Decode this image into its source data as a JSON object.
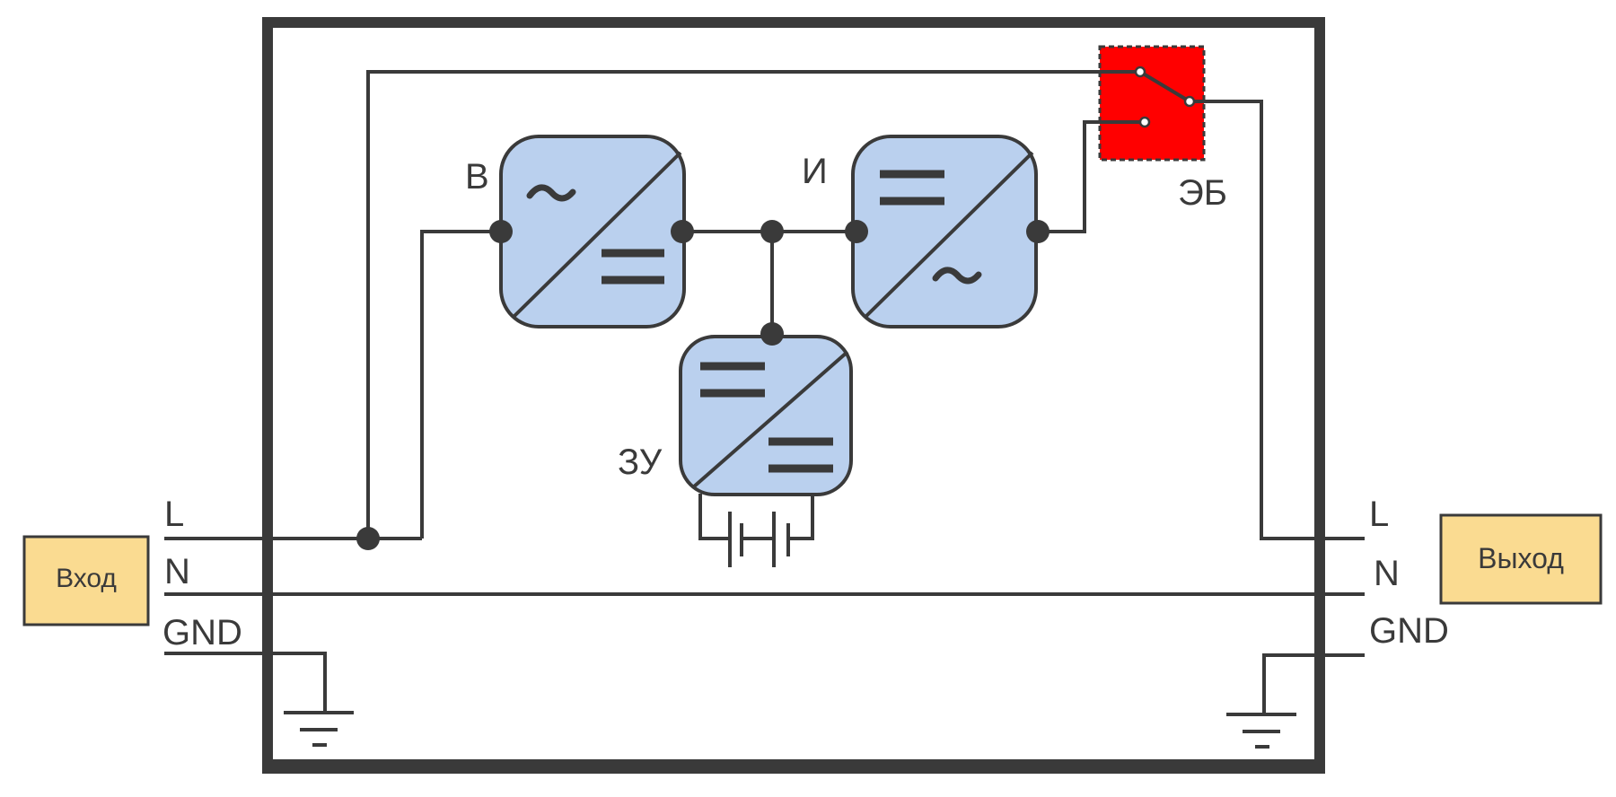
{
  "colors": {
    "wire": "#3a3a3a",
    "module_fill": "#bad0ee",
    "bypass_fill": "#ff0000",
    "io_box_fill": "#fadb91"
  },
  "io": {
    "input_label": "Вход",
    "output_label": "Выход"
  },
  "lines": {
    "in_l": "L",
    "in_n": "N",
    "in_gnd": "GND",
    "out_l": "L",
    "out_n": "N",
    "out_gnd": "GND"
  },
  "modules": {
    "rectifier": "В",
    "inverter": "И",
    "charger": "ЗУ",
    "bypass": "ЭБ"
  }
}
